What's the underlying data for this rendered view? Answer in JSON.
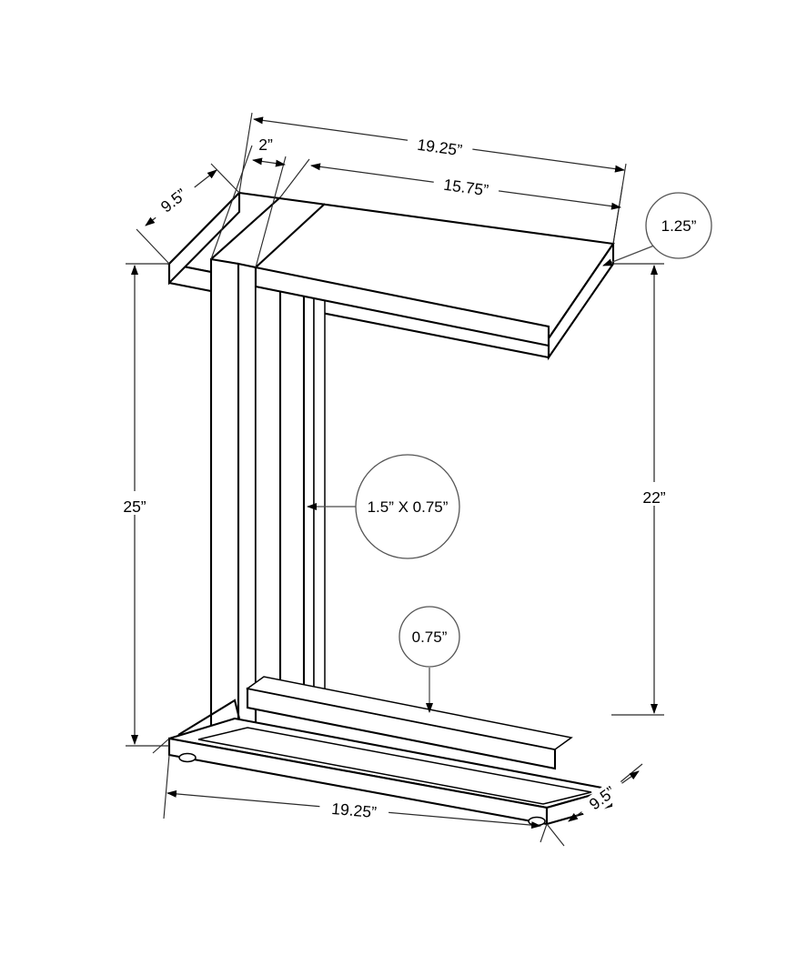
{
  "drawing": {
    "title": "C-shaped accent table dimension drawing",
    "subject": "accent-table",
    "view": "isometric",
    "background_color": "#ffffff",
    "line_color": "#000000",
    "dimension_color": "#2b2b2b"
  },
  "dimensions": {
    "top_overall_width": "19.25”",
    "top_notch_width": "2”",
    "top_inner_width": "15.75”",
    "top_depth": "9.5”",
    "top_thickness": "1.25”",
    "overall_height": "25”",
    "clearance_height": "22”",
    "post_profile": "1.5” X 0.75”",
    "base_rail_thickness": "0.75”",
    "base_width": "19.25”",
    "base_depth": "9.5”"
  },
  "labels": {
    "top_width": "19.25”",
    "notch": "2”",
    "inner_width": "15.75”",
    "top_depth": "9.5”",
    "top_thickness": "1.25”",
    "height_left": "25”",
    "height_right": "22”",
    "post_profile": "1.5” X 0.75”",
    "rail_thickness": "0.75”",
    "base_width": "19.25”",
    "base_depth": "9.5”"
  },
  "callouts": [
    {
      "name": "top-thickness",
      "text": "1.25”",
      "shape": "circle"
    },
    {
      "name": "post-profile",
      "text": "1.5” X 0.75”",
      "shape": "circle"
    },
    {
      "name": "rail-thickness",
      "text": "0.75”",
      "shape": "circle"
    }
  ],
  "icons": {
    "arrow": "arrow-head-icon",
    "callout": "callout-circle-icon"
  }
}
